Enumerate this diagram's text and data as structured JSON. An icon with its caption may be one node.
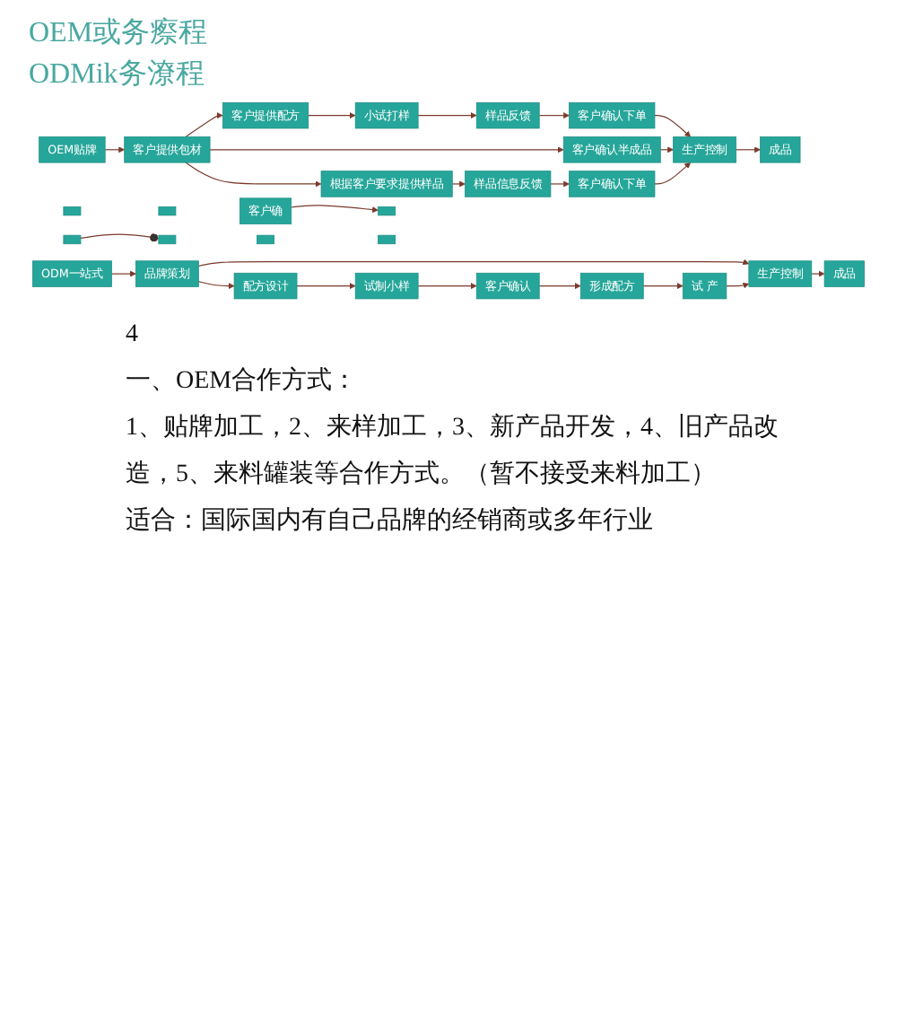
{
  "diagram": {
    "nodes": [
      {
        "text": [
          "OEM贴牌"
        ]
      },
      {
        "text": [
          "客户提供包材"
        ]
      },
      {
        "text": [
          "客户提供配方"
        ]
      },
      {
        "text": [
          "小试打样"
        ]
      },
      {
        "text": [
          "样品反馈"
        ]
      },
      {
        "text": [
          "客户确认下单"
        ]
      },
      {
        "text": [
          "客户确认半成品"
        ]
      },
      {
        "text": [
          "生产控制"
        ]
      },
      {
        "text": [
          "成品"
        ]
      },
      {
        "text": [
          "根据客户要求提供样品"
        ]
      },
      {
        "text": [
          "样品信息反馈"
        ]
      },
      {
        "text": [
          "客户确认下单"
        ]
      },
      {
        "text": [
          "ODM一站式"
        ]
      },
      {
        "text": [
          "品牌策划"
        ]
      },
      {
        "text": [
          "生产控制"
        ]
      },
      {
        "text": [
          "成品"
        ]
      },
      {
        "text": [
          "配方设计"
        ]
      },
      {
        "text": [
          "试制小样"
        ]
      },
      {
        "text": [
          "客户确认"
        ]
      },
      {
        "text": [
          "形成配方"
        ]
      },
      {
        "text": [
          "试 产"
        ]
      },
      {
        "text": [],
        "shape": "box"
      },
      {
        "text": [],
        "shape": "box"
      },
      {
        "text": [
          "客户确"
        ]
      },
      {
        "text": [],
        "shape": "box"
      },
      {
        "text": [],
        "shape": "box"
      },
      {
        "text": [],
        "shape": "box"
      },
      {
        "text": [],
        "shape": "box"
      },
      {
        "text": [],
        "shape": "box"
      }
    ],
    "edges": [
      {
        "from": 0,
        "to": 1,
        "arrow": "to"
      },
      {
        "from": 1,
        "to": 2,
        "arrow": "to"
      },
      {
        "from": 1,
        "to": 6,
        "arrow": "to"
      },
      {
        "from": 1,
        "to": 9,
        "arrow": "to"
      },
      {
        "from": 2,
        "to": 3,
        "arrow": "to"
      },
      {
        "from": 3,
        "to": 4,
        "arrow": "to"
      },
      {
        "from": 4,
        "to": 5,
        "arrow": "to"
      },
      {
        "from": 5,
        "to": 7,
        "arrow": "to"
      },
      {
        "from": 6,
        "to": 7,
        "arrow": "to"
      },
      {
        "from": 9,
        "to": 10,
        "arrow": "to"
      },
      {
        "from": 10,
        "to": 11,
        "arrow": "to"
      },
      {
        "from": 11,
        "to": 7,
        "arrow": "to"
      },
      {
        "from": 7,
        "to": 8,
        "arrow": "to"
      },
      {
        "from": 12,
        "to": 13,
        "arrow": "to"
      },
      {
        "from": 13,
        "to": 14,
        "arrow": "to"
      },
      {
        "from": 13,
        "to": 16,
        "arrow": "to"
      },
      {
        "from": 16,
        "to": 17,
        "arrow": "to"
      },
      {
        "from": 17,
        "to": 18,
        "arrow": "to"
      },
      {
        "from": 18,
        "to": 19,
        "arrow": "to"
      },
      {
        "from": 19,
        "to": 20,
        "arrow": "to"
      },
      {
        "from": 20,
        "to": 14,
        "arrow": "to"
      },
      {
        "from": 14,
        "to": 15,
        "arrow": "to"
      },
      {
        "from": 23,
        "to": 24,
        "arrow": "to"
      },
      {
        "from": 25,
        "to": 26,
        "arrow": "other"
      }
    ],
    "labels": [
      "OEM或务瘵程",
      "ODMik务潦程",
      "4",
      "一、OEM合作方式：",
      "1、贴牌加工，2、来样加工，3、新产品开发，4、旧产品改造，5、来料罐装等合作方式。（暂不接受来料加工）",
      "适合：国际国内有自己品牌的经销商或多年行业"
    ]
  }
}
